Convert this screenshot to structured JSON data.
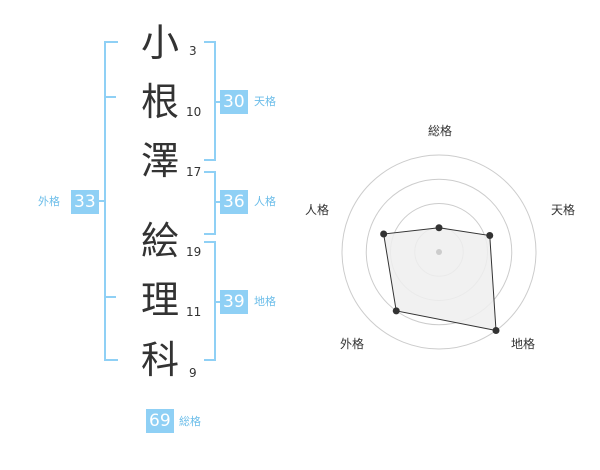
{
  "name": {
    "chars": [
      {
        "char": "小",
        "strokes": "3"
      },
      {
        "char": "根",
        "strokes": "10"
      },
      {
        "char": "澤",
        "strokes": "17"
      },
      {
        "char": "絵",
        "strokes": "19"
      },
      {
        "char": "理",
        "strokes": "11"
      },
      {
        "char": "科",
        "strokes": "9"
      }
    ]
  },
  "kakusu": {
    "tenkaku": {
      "value": "30",
      "label": "天格"
    },
    "jinkaku": {
      "value": "36",
      "label": "人格"
    },
    "chikaku": {
      "value": "39",
      "label": "地格"
    },
    "gaikaku": {
      "value": "33",
      "label": "外格"
    },
    "soukaku": {
      "value": "69",
      "label": "総格"
    }
  },
  "chart_data": {
    "type": "radar",
    "axes": [
      "総格",
      "天格",
      "地格",
      "外格",
      "人格"
    ],
    "values": [
      0.25,
      0.55,
      1.0,
      0.75,
      0.6
    ],
    "rings": 4,
    "grid": true
  },
  "colors": {
    "accent": "#8fd0f5",
    "accent_text": "#6bbde9",
    "text": "#333333",
    "grid": "#cccccc",
    "fill": "#eeeeee",
    "line": "#333333"
  }
}
